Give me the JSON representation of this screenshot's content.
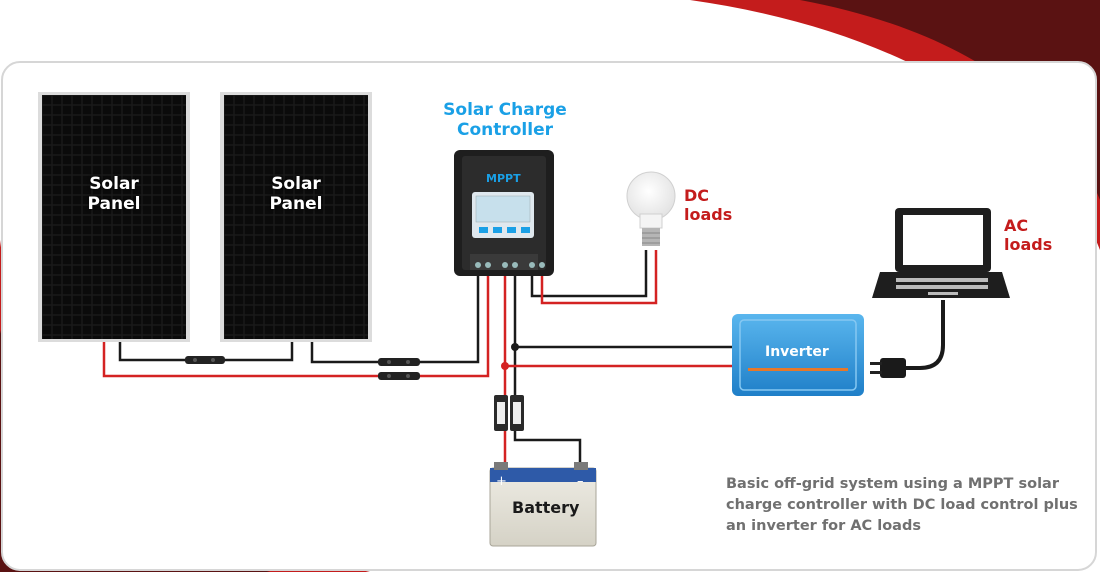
{
  "labels": {
    "panel1": "Solar Panel",
    "panel2": "Solar Panel",
    "controller_title": "Solar Charge Controller",
    "mppt": "MPPT",
    "dc_loads": "DC loads",
    "ac_loads": "AC loads",
    "inverter": "Inverter",
    "battery": "Battery",
    "battery_plus": "+",
    "battery_minus": "–"
  },
  "caption": "Basic off-grid system using a MPPT solar charge controller with DC load control plus an inverter for AC loads",
  "colors": {
    "accent_red": "#c41c1c",
    "dark_red": "#5a1212",
    "label_blue": "#1aa0e6",
    "inverter_blue": "#2b8fd6",
    "wire_black": "#1a1a1a",
    "wire_red": "#d42222"
  }
}
